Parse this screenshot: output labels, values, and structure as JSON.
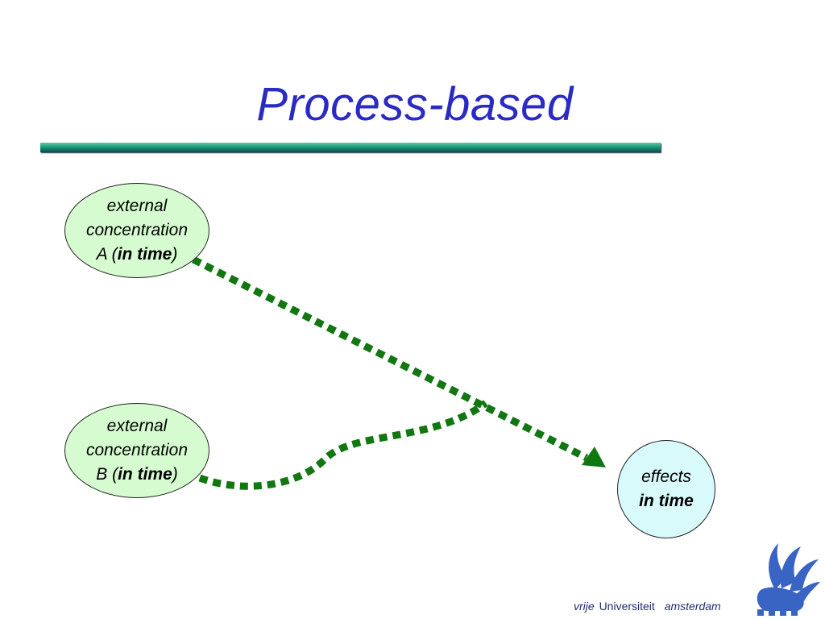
{
  "slide": {
    "title": "Process-based"
  },
  "nodes": {
    "a": {
      "line1": "external",
      "line2": "concentration",
      "prefix": "A (",
      "bold": "in time",
      "suffix": ")"
    },
    "b": {
      "line1": "external",
      "line2": "concentration",
      "prefix": "B (",
      "bold": "in time",
      "suffix": ")"
    },
    "effects": {
      "line1": "effects",
      "bold": "in time"
    }
  },
  "footer": {
    "word1": "vrije",
    "word2": "Universiteit",
    "word3": "amsterdam",
    "logo_icon": "griffin-icon"
  },
  "colors": {
    "title": "#2b2bc4",
    "arrow": "#117711",
    "node_fill_green": "#d6fbd0",
    "node_fill_cyan": "#d9fafa",
    "footer_text": "#1f2e6e",
    "logo": "#3a64c4"
  }
}
